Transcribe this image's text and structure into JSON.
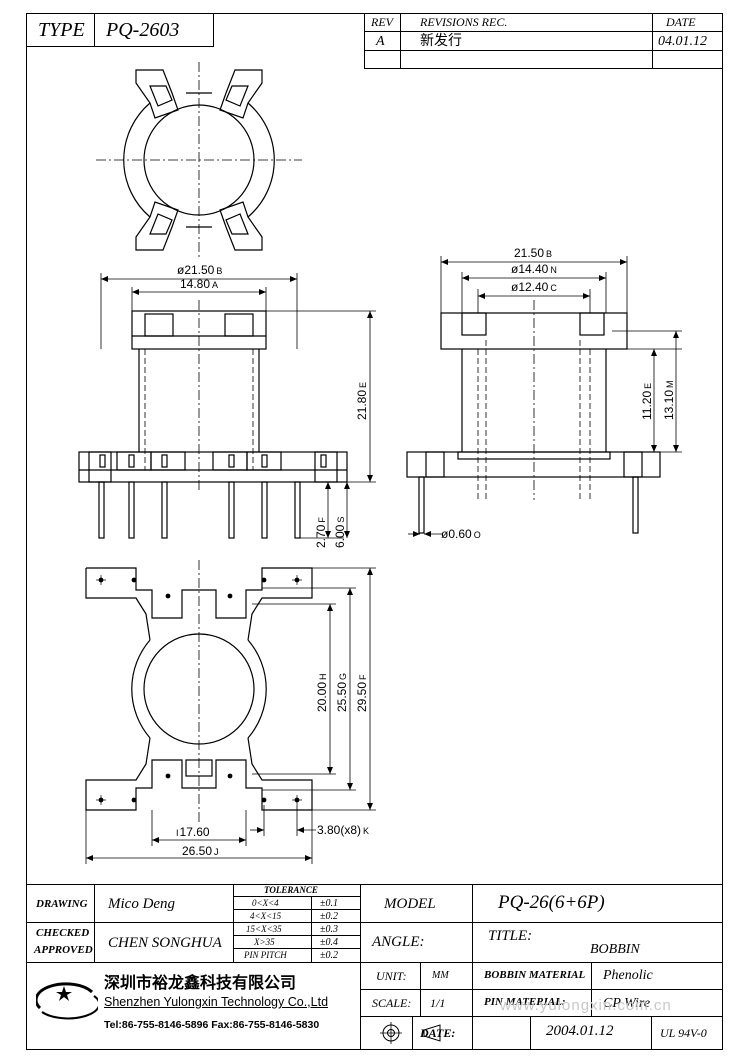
{
  "header": {
    "type_label": "TYPE",
    "type_value": "PQ-2603",
    "rev_label": "REV",
    "revisions_label": "REVISIONS REC.",
    "date_label": "DATE",
    "rev_value": "A",
    "revision_text": "新发行",
    "revision_date": "04.01.12"
  },
  "dimensions": {
    "front_outer": "ø21.50",
    "front_outer_tag": "B",
    "front_inner": "14.80",
    "front_inner_tag": "A",
    "height": "21.80",
    "height_tag": "E",
    "pin_a": "2.70",
    "pin_a_tag": "F",
    "pin_b": "6.00",
    "pin_b_tag": "S",
    "side_outer": "21.50",
    "side_outer_tag": "B",
    "side_mid": "ø14.40",
    "side_mid_tag": "N",
    "side_inner": "ø12.40",
    "side_inner_tag": "C",
    "side_h1": "11.20",
    "side_h1_tag": "E",
    "side_h2": "13.10",
    "side_h2_tag": "M",
    "pin_dia": "ø0.60",
    "pin_dia_tag": "O",
    "base_h1": "20.00",
    "base_h1_tag": "H",
    "base_h2": "25.50",
    "base_h2_tag": "G",
    "base_h3": "29.50",
    "base_h3_tag": "F",
    "base_w1": "17.60",
    "base_w1_tag": "I",
    "base_w2": "26.50",
    "base_w2_tag": "J",
    "pin_pitch": "3.80(x8)",
    "pin_pitch_tag": "K"
  },
  "title_block": {
    "drawing_label": "DRAWING",
    "drawing_value": "Mico Deng",
    "checked_label": "CHECKED",
    "approved_label": "APPROVED",
    "approved_value": "CHEN SONGHUA",
    "tolerance_label": "TOLERANCE",
    "tolerances": [
      {
        "range": "0<X<4",
        "value": "±0.1"
      },
      {
        "range": "4<X<15",
        "value": "±0.2"
      },
      {
        "range": "15<X<35",
        "value": "±0.3"
      },
      {
        "range": "X>35",
        "value": "±0.4"
      },
      {
        "range": "PIN PITCH",
        "value": "±0.2"
      }
    ],
    "model_label": "MODEL",
    "model_value": "PQ-26(6+6P)",
    "angle_label": "ANGLE:",
    "title_label": "TITLE:",
    "title_value": "BOBBIN",
    "unit_label": "UNIT:",
    "unit_value": "MM",
    "scale_label": "SCALE:",
    "scale_value": "1/1",
    "bobbin_material_label": "BOBBIN MATERIAL",
    "bobbin_material_value": "Phenolic",
    "pin_material_label": "PIN MATERIAL:",
    "pin_material_value": "CP Wire",
    "date_label": "DATE:",
    "date_value": "2004.01.12",
    "ul_value": "UL 94V-0",
    "company_cn": "深圳市裕龙鑫科技有限公司",
    "company_en": "Shenzhen Yulongxin Technology Co.,Ltd",
    "contact": "Tel:86-755-8146-5896  Fax:86-755-8146-5830",
    "watermark": "www.yulongxin.com.cn"
  }
}
